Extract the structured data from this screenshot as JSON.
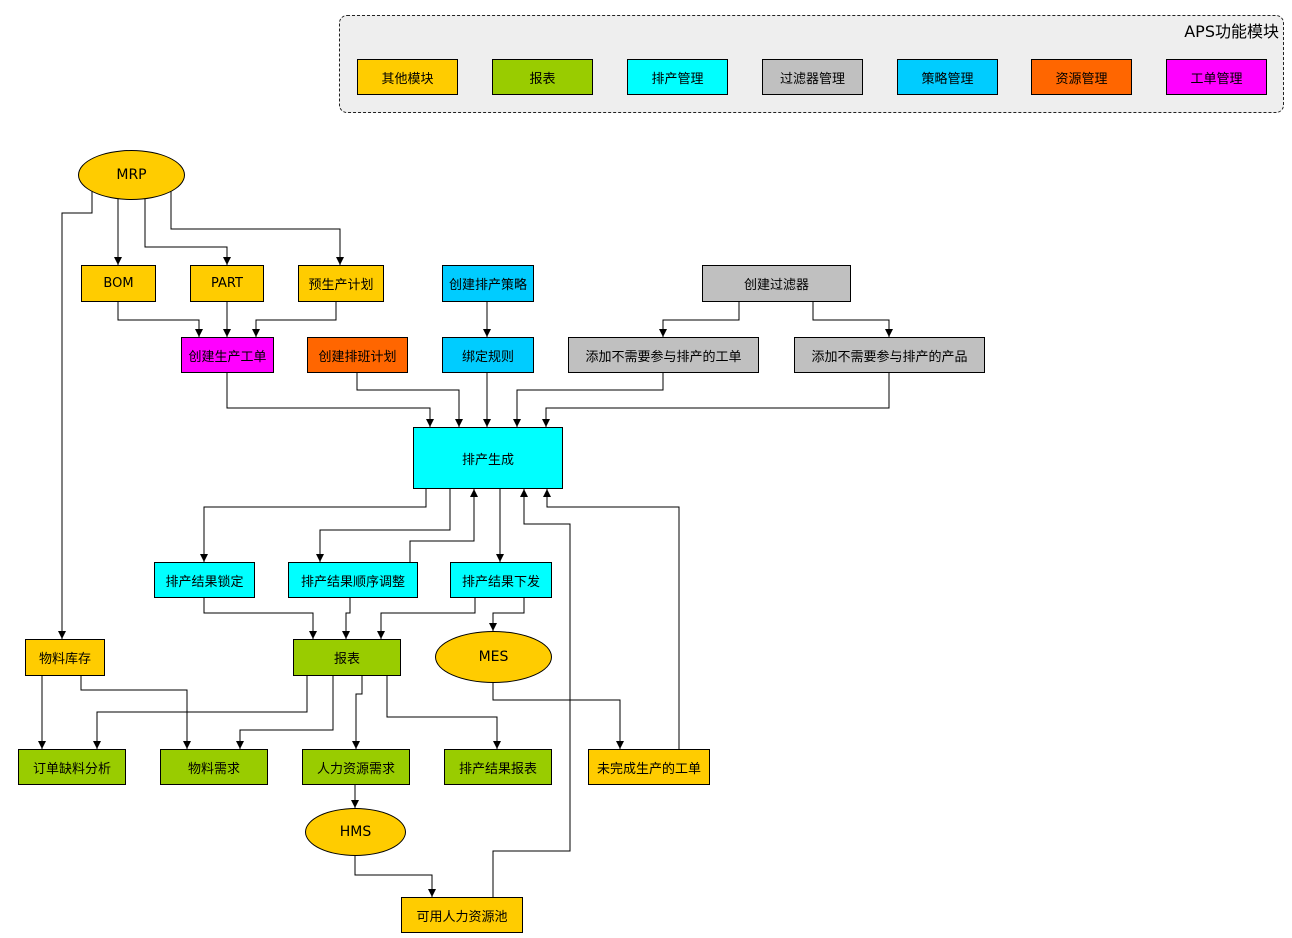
{
  "legend": {
    "title": "APS功能模块",
    "items": [
      {
        "label": "其他模块",
        "color": "#FFCC00"
      },
      {
        "label": "报表",
        "color": "#99CC00"
      },
      {
        "label": "排产管理",
        "color": "#00FFFF"
      },
      {
        "label": "过滤器管理",
        "color": "#C0C0C0"
      },
      {
        "label": "策略管理",
        "color": "#00CCFF"
      },
      {
        "label": "资源管理",
        "color": "#FF6600"
      },
      {
        "label": "工单管理",
        "color": "#FF00FF"
      }
    ]
  },
  "nodes": {
    "mrp": "MRP",
    "bom": "BOM",
    "part": "PART",
    "pre_plan": "预生产计划",
    "create_strategy": "创建排产策略",
    "create_filter": "创建过滤器",
    "create_work_order": "创建生产工单",
    "create_shift_plan": "创建排班计划",
    "bind_rules": "绑定规则",
    "exclude_work_orders": "添加不需要参与排产的工单",
    "exclude_products": "添加不需要参与排产的产品",
    "schedule_generate": "排产生成",
    "result_lock": "排产结果锁定",
    "result_reorder": "排产结果顺序调整",
    "result_dispatch": "排产结果下发",
    "material_stock": "物料库存",
    "report": "报表",
    "mes": "MES",
    "order_shortage": "订单缺料分析",
    "material_demand": "物料需求",
    "hr_demand": "人力资源需求",
    "result_report": "排产结果报表",
    "unfinished_orders": "未完成生产的工单",
    "hms": "HMS",
    "hr_pool": "可用人力资源池"
  }
}
